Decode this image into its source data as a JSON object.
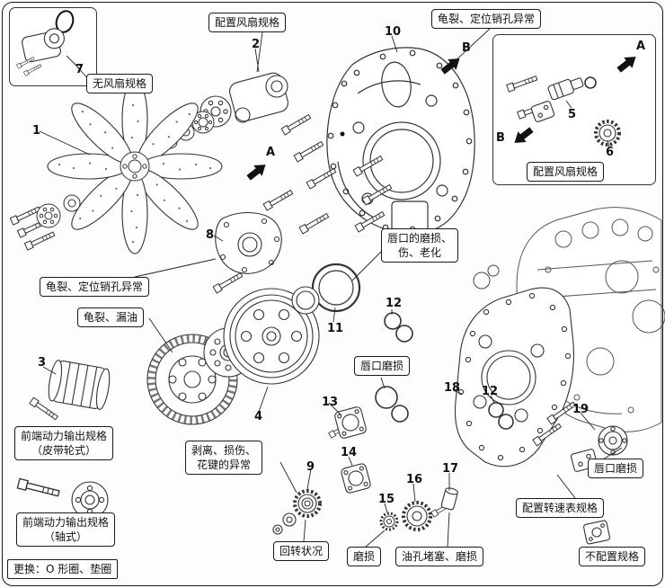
{
  "callouts": {
    "fan_spec_top": "配置风扇规格",
    "no_fan_spec": "无风扇规格",
    "crack_pin_hole_top": "龟裂、定位销孔异常",
    "fan_spec_inset": "配置风扇规格",
    "crack_pin_hole_left": "龟裂、定位销孔异常",
    "lip_wear_damage_aging": "唇口的磨损、\n伤、老化",
    "crack_oil_leak": "龟裂、漏油",
    "lip_wear_mid": "唇口磨损",
    "pto_belt": "前端动力输出规格\n（皮带轮式）",
    "pto_shaft": "前端动力输出规格\n（轴式）",
    "spline_damage": "剥离、损伤、\n花键的异常",
    "rotation_status": "回转状况",
    "wear": "磨损",
    "oil_hole_clog_wear": "油孔堵塞、磨损",
    "lip_wear_right": "唇口磨损",
    "tachometer_spec": "配置转速表规格",
    "no_tachometer_spec": "不配置规格",
    "replace_note": "更换：O 形圈、垫圈"
  },
  "parts": {
    "p1": "1",
    "p2": "2",
    "p3": "3",
    "p4": "4",
    "p5": "5",
    "p6": "6",
    "p7": "7",
    "p8": "8",
    "p9": "9",
    "p10": "10",
    "p11": "11",
    "p12": "12",
    "p13": "13",
    "p14": "14",
    "p15": "15",
    "p16": "16",
    "p17": "17",
    "p18": "18",
    "p19": "19"
  },
  "markers": {
    "a": "A",
    "b": "B"
  }
}
